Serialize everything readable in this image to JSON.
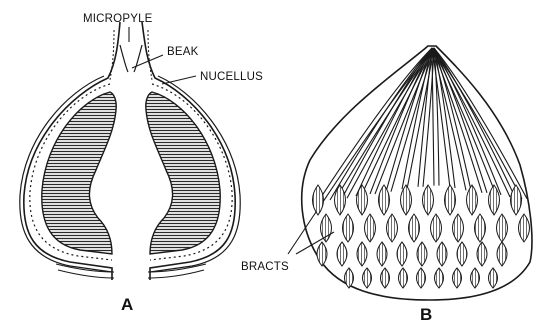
{
  "figure_a": {
    "label": "A",
    "callouts": {
      "micropyle": "MICROPYLE",
      "beak": "BEAK",
      "nucellus": "NUCELLUS"
    }
  },
  "figure_b": {
    "label": "B",
    "callouts": {
      "bracts": "BRACTS"
    }
  }
}
